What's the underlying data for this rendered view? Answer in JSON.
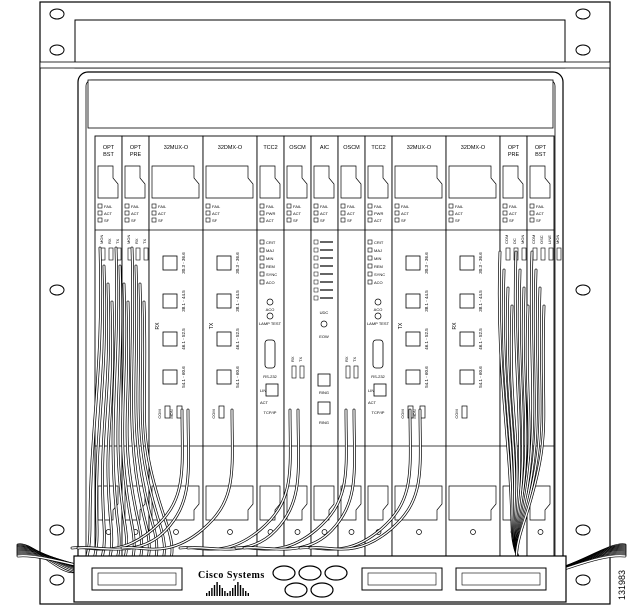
{
  "brand": {
    "name": "Cisco Systems",
    "logo_name": "cisco-bridge-logo"
  },
  "figure_id": "131983",
  "chassis": {
    "cards": [
      {
        "label": "OPT BST",
        "type": "amp",
        "leds": [
          "FAIL",
          "ACT",
          "SF"
        ],
        "ports": [
          "MON",
          "RX",
          "TX"
        ]
      },
      {
        "label": "OPT PRE",
        "type": "amp",
        "leds": [
          "FAIL",
          "ACT",
          "SF"
        ],
        "ports": [
          "MON",
          "RX",
          "TX"
        ]
      },
      {
        "label": "32MUX-O",
        "type": "mux",
        "leds": [
          "FAIL",
          "ACT",
          "SF"
        ],
        "side": "RX",
        "bands": [
          "30.3 - 36.6",
          "38.1 - 44.5",
          "46.1 - 52.5",
          "54.1 - 60.6"
        ],
        "ports": [
          "COM",
          "MON"
        ]
      },
      {
        "label": "32DMX-O",
        "type": "mux",
        "leds": [
          "FAIL",
          "ACT",
          "SF"
        ],
        "side": "TX",
        "bands": [
          "30.3 - 36.6",
          "38.1 - 44.5",
          "46.1 - 52.5",
          "54.1 - 60.6"
        ],
        "ports": [
          "COM"
        ]
      },
      {
        "label": "TCC2",
        "type": "tcc",
        "leds": [
          "FAIL",
          "PWR",
          "ACT",
          "SF"
        ],
        "status": [
          "CRIT",
          "MAJ",
          "MIN",
          "REM",
          "SYNC",
          "ACO"
        ],
        "extra": [
          "ACO",
          "LAMP TEST"
        ],
        "ports": [
          "RS-232",
          "LINK",
          "ACT",
          "TCP/IP"
        ]
      },
      {
        "label": "OSCM",
        "type": "oscm",
        "leds": [
          "FAIL",
          "ACT",
          "SF"
        ],
        "ports": [
          "RX",
          "TX"
        ]
      },
      {
        "label": "AIC",
        "type": "aic",
        "leds": [
          "FAIL",
          "ACT",
          "SF"
        ],
        "ports": [
          "UDC",
          "EOW",
          "RING",
          "RING"
        ]
      },
      {
        "label": "OSCM",
        "type": "oscm",
        "leds": [
          "FAIL",
          "ACT",
          "SF"
        ],
        "ports": [
          "RX",
          "TX"
        ]
      },
      {
        "label": "TCC2",
        "type": "tcc",
        "leds": [
          "FAIL",
          "PWR",
          "ACT",
          "SF"
        ],
        "status": [
          "CRIT",
          "MAJ",
          "MIN",
          "REM",
          "SYNC",
          "ACO"
        ],
        "extra": [
          "ACO",
          "LAMP TEST"
        ],
        "ports": [
          "RS-232",
          "LINK",
          "ACT",
          "TCP/IP"
        ]
      },
      {
        "label": "32MUX-O",
        "type": "mux",
        "leds": [
          "FAIL",
          "ACT",
          "SF"
        ],
        "side": "TX",
        "bands": [
          "30.3 - 36.6",
          "38.1 - 44.5",
          "46.1 - 52.5",
          "54.1 - 60.6"
        ],
        "ports": [
          "COM",
          "MON"
        ]
      },
      {
        "label": "32DMX-O",
        "type": "mux",
        "leds": [
          "FAIL",
          "ACT",
          "SF"
        ],
        "side": "RX",
        "bands": [
          "30.3 - 36.6",
          "38.1 - 44.5",
          "46.1 - 52.5",
          "54.1 - 60.6"
        ],
        "ports": [
          "COM"
        ]
      },
      {
        "label": "OPT PRE",
        "type": "amp",
        "leds": [
          "FAIL",
          "ACT",
          "SF"
        ],
        "ports": [
          "COM",
          "DC",
          "MON"
        ]
      },
      {
        "label": "OPT BST",
        "type": "amp",
        "leds": [
          "FAIL",
          "ACT",
          "SF"
        ],
        "ports": [
          "COM",
          "OSC",
          "LINE",
          "MON"
        ]
      }
    ]
  },
  "colors": {
    "line": "#000000",
    "panel": "#ffffff",
    "fiber": "#777777",
    "fiber_highlight": "#ffffff"
  }
}
